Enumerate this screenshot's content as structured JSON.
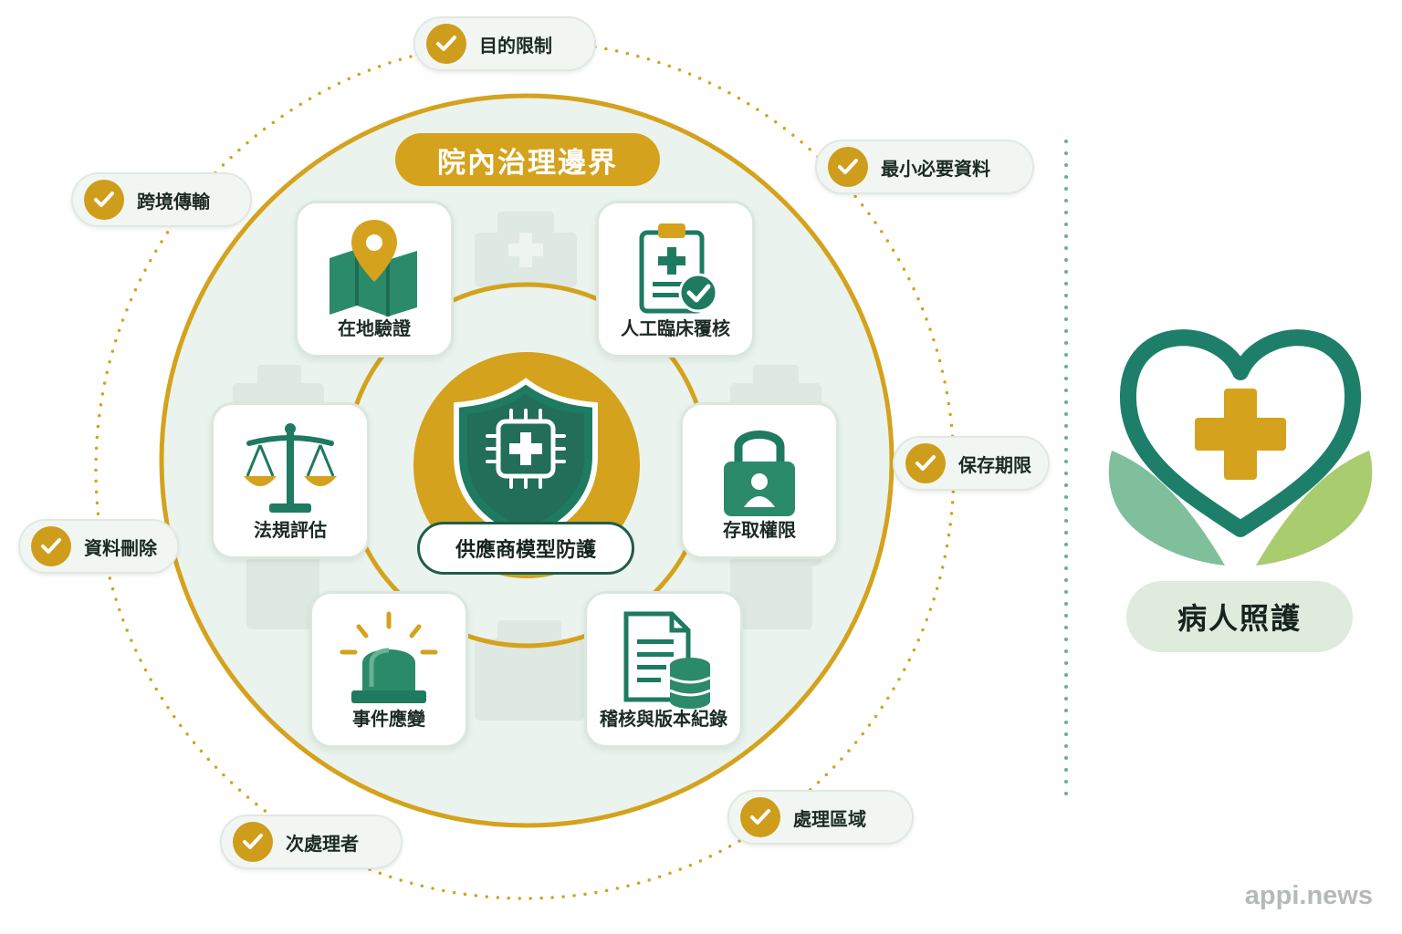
{
  "governance": {
    "boundary_title": "院內治理邊界",
    "core_label": "供應商模型防護",
    "core_icon": "shield-chip-icon"
  },
  "modules": [
    {
      "label": "在地驗證",
      "icon": "map-pin-icon"
    },
    {
      "label": "人工臨床覆核",
      "icon": "clipboard-check-icon"
    },
    {
      "label": "法規評估",
      "icon": "scales-icon"
    },
    {
      "label": "存取權限",
      "icon": "lock-user-icon"
    },
    {
      "label": "事件應變",
      "icon": "alarm-light-icon"
    },
    {
      "label": "稽核與版本紀錄",
      "icon": "document-database-icon"
    }
  ],
  "checklist": [
    {
      "label": "目的限制"
    },
    {
      "label": "最小必要資料"
    },
    {
      "label": "跨境傳輸"
    },
    {
      "label": "保存期限"
    },
    {
      "label": "資料刪除"
    },
    {
      "label": "處理區域"
    },
    {
      "label": "次處理者"
    }
  ],
  "patient_care": {
    "label": "病人照護",
    "icon": "heart-cross-icon"
  },
  "watermark": "appi.news",
  "colors": {
    "gold": "#d4a21c",
    "dark_green": "#1e7a60",
    "teal": "#1d7f6a",
    "light_green": "#eaf3ee",
    "pill_bg": "#f2f6f3"
  }
}
